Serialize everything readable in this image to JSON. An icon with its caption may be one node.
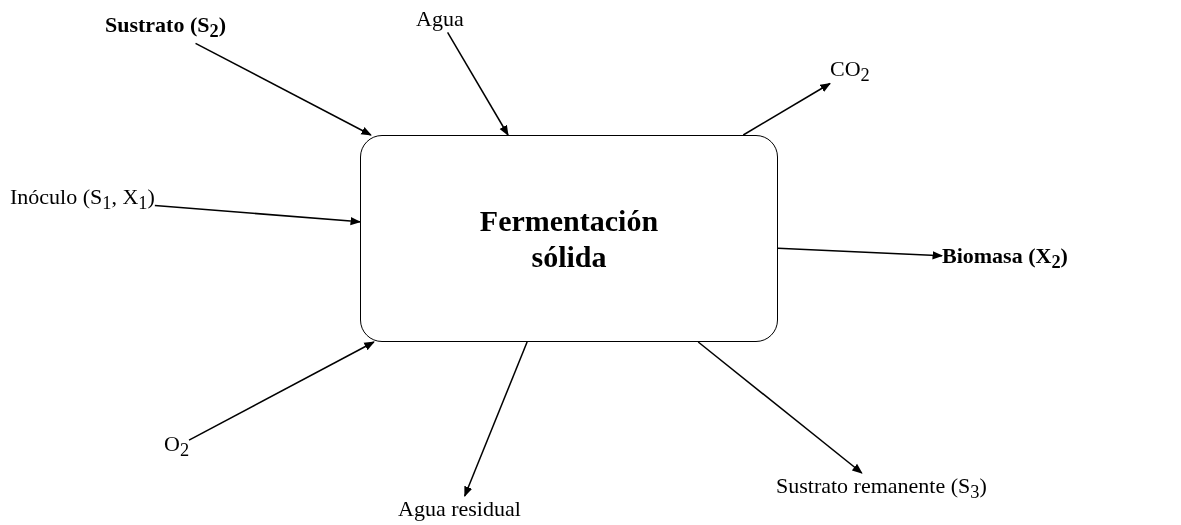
{
  "diagram": {
    "nodes": [
      {
        "text": [
          "Fermentación sólida"
        ]
      },
      {
        "text": [
          "Sustrato (S$_{2}$)"
        ]
      },
      {
        "text": [
          "Agua"
        ]
      },
      {
        "text": [
          "CO$_{2}$"
        ]
      },
      {
        "text": [
          "Inóculo (S$_{1}$, X$_{1}$)"
        ]
      },
      {
        "text": [
          "Biomasa (X$_{2}$)"
        ]
      },
      {
        "text": [
          "O$_{2}$"
        ]
      },
      {
        "text": [
          "Agua residual"
        ]
      },
      {
        "text": [
          "Sustrato remanente (S$_{3}$)"
        ]
      }
    ],
    "edges": [
      {
        "from": 1,
        "to": 0,
        "arrow": "to"
      },
      {
        "from": 2,
        "to": 0,
        "arrow": "to"
      },
      {
        "from": 0,
        "to": 3,
        "arrow": "to"
      },
      {
        "from": 4,
        "to": 0,
        "arrow": "to"
      },
      {
        "from": 0,
        "to": 5,
        "arrow": "to"
      },
      {
        "from": 6,
        "to": 0,
        "arrow": "to"
      },
      {
        "from": 0,
        "to": 7,
        "arrow": "to"
      },
      {
        "from": 0,
        "to": 8,
        "arrow": "to"
      }
    ]
  }
}
